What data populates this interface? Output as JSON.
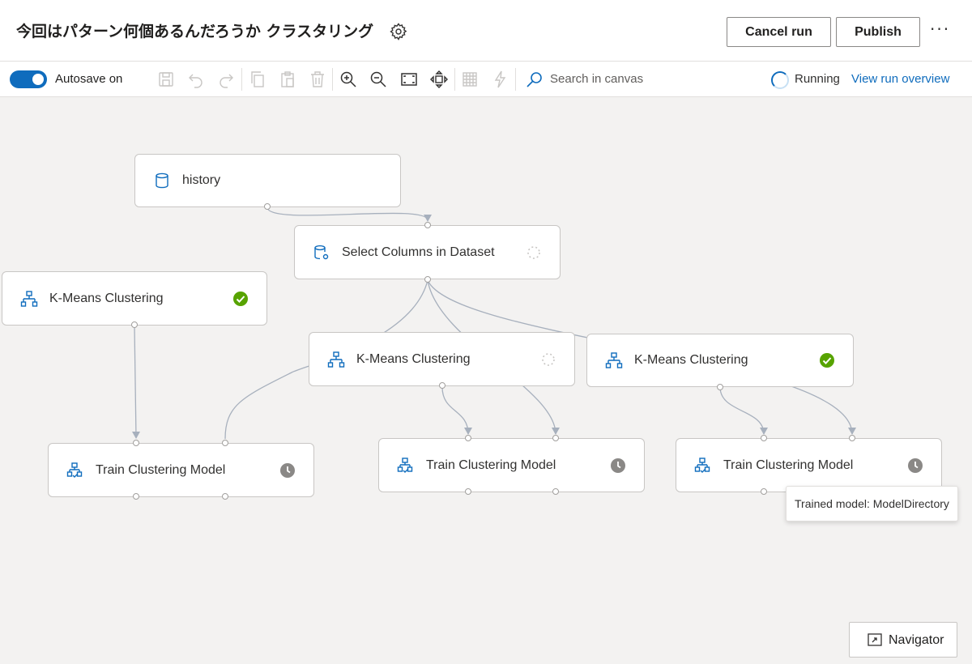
{
  "header": {
    "title": "今回はパターン何個あるんだろうか クラスタリング",
    "cancel_label": "Cancel run",
    "publish_label": "Publish",
    "more_label": "···"
  },
  "toolbar": {
    "autosave_label": "Autosave on",
    "search_label": "Search in canvas",
    "status_label": "Running",
    "run_overview_label": "View run overview"
  },
  "nodes": {
    "history": "history",
    "select_columns": "Select Columns in Dataset",
    "kmeans_1": "K-Means Clustering",
    "kmeans_2": "K-Means Clustering",
    "kmeans_3": "K-Means Clustering",
    "train_1": "Train Clustering Model",
    "train_2": "Train Clustering Model",
    "train_3": "Train Clustering Model"
  },
  "tooltip": "Trained model: ModelDirectory",
  "navigator_label": "Navigator",
  "colors": {
    "accent": "#0f6cbd",
    "success": "#57a300",
    "pending": "#8a8886"
  }
}
